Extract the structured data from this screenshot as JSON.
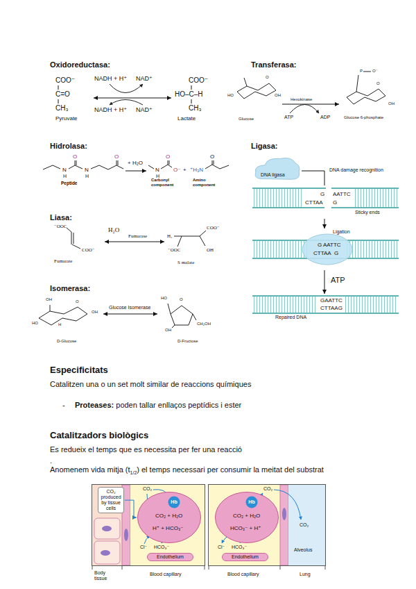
{
  "diagram": {
    "nodes": [
      {
        "text": [
          "Pyruvate"
        ]
      },
      {
        "text": [
          "Lactate"
        ]
      },
      {
        "text": [
          "Glucose"
        ]
      },
      {
        "text": [
          "Glucose 6-phosphate"
        ]
      },
      {
        "text": [
          "Peptide"
        ]
      },
      {
        "text": [
          "Carbonyl component"
        ]
      },
      {
        "text": [
          "Amino component"
        ]
      },
      {
        "text": [
          "Fumarate"
        ]
      },
      {
        "text": [
          "S malate"
        ]
      },
      {
        "text": [
          "D-Glucose"
        ]
      },
      {
        "text": [
          "D-Fructose"
        ]
      },
      {
        "text": [
          "DNA ligasa"
        ]
      },
      {
        "text": [
          "G",
          "CTTAA",
          "AATTC",
          "G",
          "Sticky ends"
        ]
      },
      {
        "text": [
          "Ligation",
          "G",
          "AATTC",
          "CTTAA",
          "G"
        ]
      },
      {
        "text": [
          "GAATTC",
          "CTTAAG",
          "Repaired DNA"
        ]
      },
      {
        "text": [
          "CO₂ produced by tissue cells"
        ]
      },
      {
        "text": [
          "CO₂ + H₂O",
          "H⁺ + HCO₃⁻"
        ]
      },
      {
        "text": [
          "Hb"
        ],
        "in": 16
      },
      {
        "text": [
          "Endothelium"
        ]
      },
      {
        "text": [
          "CO₂ + H₂O",
          "HCO₃⁻ + H⁺"
        ]
      },
      {
        "text": [
          "Hb"
        ],
        "in": 19
      },
      {
        "text": [
          "Endothelium"
        ]
      }
    ],
    "edges": [
      {
        "from": 0,
        "to": 1,
        "arrow": "both"
      },
      {
        "from": 2,
        "to": 3,
        "arrow": "to",
        "label": "Hexokinase"
      },
      {
        "from": 4,
        "to": 5,
        "arrow": "to"
      },
      {
        "from": 7,
        "to": 8,
        "arrow": "both",
        "label": "Fumarase"
      },
      {
        "from": 9,
        "to": 10,
        "arrow": "both",
        "label": "Glucose Isomerase"
      },
      {
        "from": 11,
        "to": 12,
        "arrow": "none",
        "label": "DNA damage recognition"
      },
      {
        "from": 12,
        "to": 13,
        "arrow": "to"
      },
      {
        "from": 13,
        "to": 14,
        "arrow": "to",
        "label": "ATP"
      },
      {
        "from": 15,
        "to": 16,
        "arrow": "to"
      }
    ],
    "labels": [
      "Oxidoreductasa:",
      "Transferasa:",
      "Hidrolasa:",
      "Ligasa:",
      "Liasa:",
      "Isomerasa:",
      "COO⁻",
      "C=O",
      "CH₃",
      "NADH + H⁺",
      "NAD⁺",
      "NADH + H⁺",
      "NAD⁺",
      "COO⁻",
      "HO–C–H",
      "CH₃",
      "ATP",
      "ADP",
      "O",
      "OH",
      "HO",
      "P",
      "O⁻",
      "O",
      "OH",
      "N",
      "H",
      "O",
      "N",
      "H",
      "O",
      "+ H₂O",
      "N",
      "H",
      "O",
      "O⁻",
      "+",
      "⁺H₃N",
      "O",
      "⁻OOC",
      "COO⁻",
      "H₂O",
      "H₂",
      "COO⁻",
      "⁻OOC",
      "OH",
      "HO",
      "OH",
      "O",
      "OH",
      "H",
      "HO",
      "O",
      "OH",
      "CH₂OH",
      "CO₂",
      "Cl⁻",
      "HCO₃⁻",
      "Body tissue",
      "Blood capillary",
      "CO₂",
      "CO₂",
      "Alveolus",
      "Cl⁻",
      "HCO₃⁻",
      "Blood capillary",
      "Lung",
      "Especificitats",
      "Catalitzen una o un set molt similar de reaccions químiques",
      "-",
      "Proteases:",
      "poden tallar enllaços peptídics i ester",
      "Catalitzadors biològics",
      "Es redueix el temps que es necessita per fer una reacció",
      ".",
      "Anomenem vida mitja (t",
      "1/2",
      ") el temps necessari per consumir la meitat del substrat"
    ]
  }
}
